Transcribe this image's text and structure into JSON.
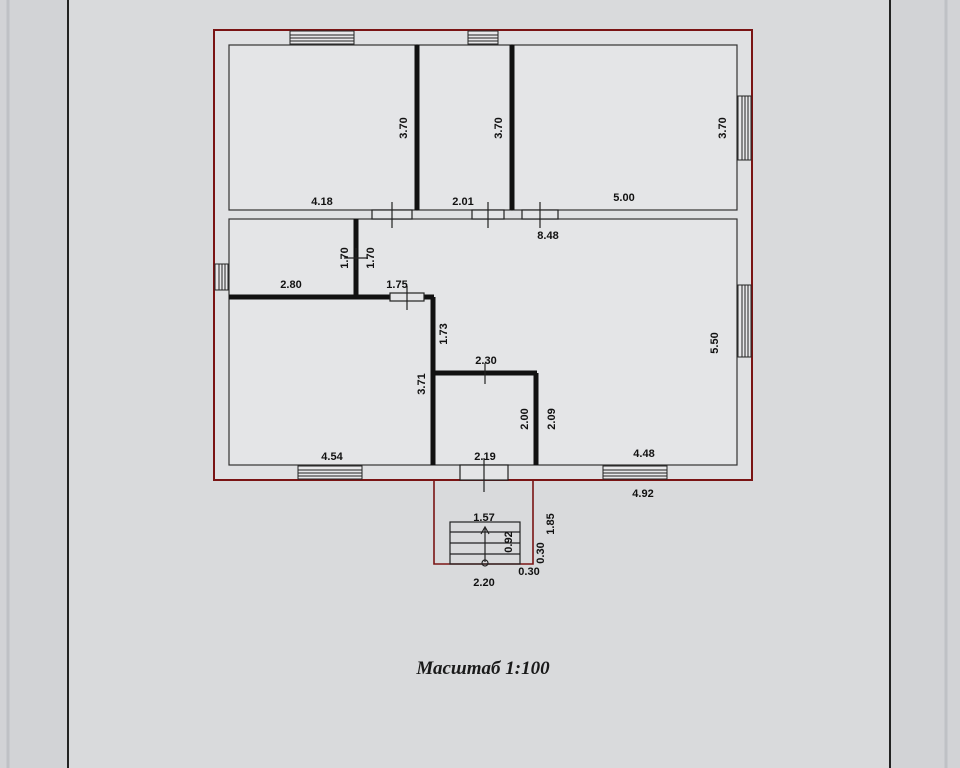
{
  "drawing": {
    "scale_label": "Масштаб 1:100",
    "colors": {
      "sheet": "#d9dadc",
      "sheet_edge": "#c9cbcf",
      "border_line": "#222222",
      "outer_wall": "#7a1414",
      "inner_wall": "#111111",
      "room_fill": "#e4e5e7"
    },
    "dimensions": {
      "room1_height": "3.70",
      "room2_height": "3.70",
      "room3_height": "3.70",
      "room1_width": "4.18",
      "room2_width": "2.01",
      "room3_width": "5.00",
      "hall_total": "8.48",
      "corridor_a": "1.70",
      "corridor_b": "1.70",
      "corridor_width": "2.80",
      "door_gap": "1.75",
      "partition_length": "1.73",
      "bedroom_height": "3.71",
      "bathroom_width": "2.30",
      "bathroom_height_a": "2.00",
      "bathroom_height_b": "2.09",
      "hall_height": "5.50",
      "bedroom_width": "4.54",
      "entry_width": "2.19",
      "living_width": "4.48",
      "outer_width": "4.92",
      "porch_top": "1.57",
      "porch_depth": "1.85",
      "porch_step": "0.92",
      "porch_offset_a": "0.30",
      "porch_offset_b": "0.30",
      "porch_width": "2.20"
    }
  }
}
